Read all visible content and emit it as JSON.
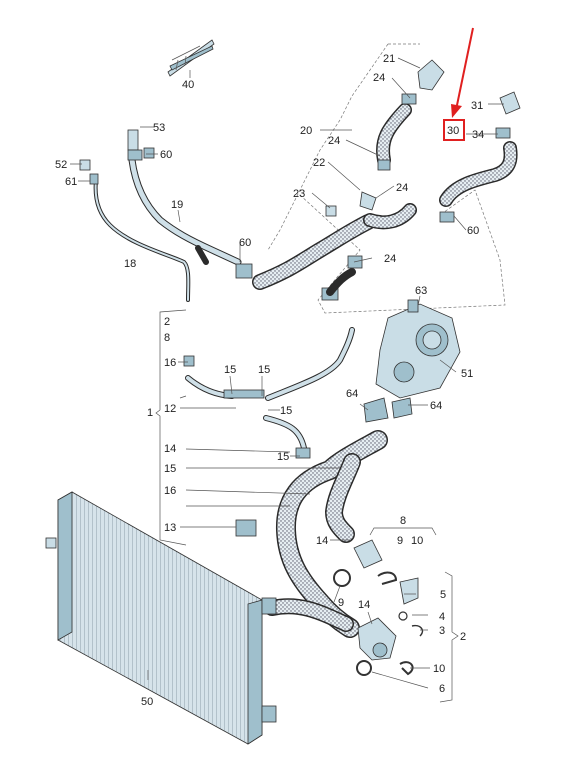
{
  "labels": {
    "l21": "21",
    "l24a": "24",
    "l20": "20",
    "l24b": "24",
    "l22": "22",
    "l24c": "24",
    "l23": "23",
    "l24d": "24",
    "l31": "31",
    "l30": "30",
    "l34": "34",
    "l60a": "60",
    "l53": "53",
    "l60b": "60",
    "l52": "52",
    "l61": "61",
    "l19": "19",
    "l18": "18",
    "l60c": "60",
    "l40": "40",
    "l63": "63",
    "l51": "51",
    "l64a": "64",
    "l64b": "64",
    "l2a": "2",
    "l8a": "8",
    "l16": "16",
    "l15a": "15",
    "l15b": "15",
    "l1": "1",
    "l12": "12",
    "l15c": "15",
    "l14a": "14",
    "l15d": "15",
    "l15e": "15",
    "l16b": "16",
    "l13": "13",
    "l14b": "14",
    "l8b": "8",
    "l9a": "9",
    "l10a": "10",
    "l5": "5",
    "l9b": "9",
    "l14c": "14",
    "l4": "4",
    "l3": "3",
    "l2b": "2",
    "l10b": "10",
    "l6": "6",
    "l50": "50"
  },
  "highlight_color": "#e02020",
  "line_color": "#333333",
  "part_color": "#c9dde6"
}
